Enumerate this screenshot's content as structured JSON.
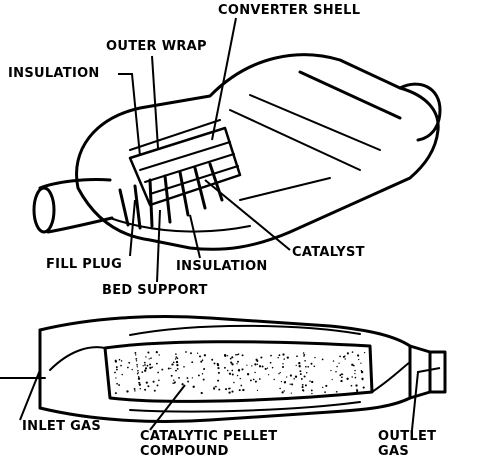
{
  "labels": {
    "converter_shell": "CONVERTER SHELL",
    "outer_wrap": "OUTER WRAP",
    "insulation_top": "INSULATION",
    "fill_plug": "FILL PLUG",
    "insulation_bottom": "INSULATION",
    "catalyst": "CATALYST",
    "bed_support": "BED SUPPORT",
    "inlet_gas": "INLET GAS",
    "catalytic_pellet_1": "CATALYTIC PELLET",
    "catalytic_pellet_2": "COMPOUND",
    "outlet_gas_1": "OUTLET",
    "outlet_gas_2": "GAS"
  }
}
